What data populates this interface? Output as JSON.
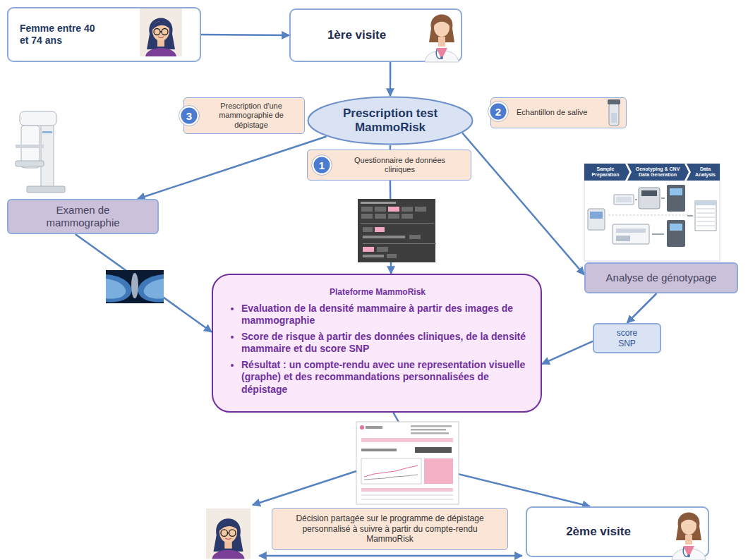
{
  "diagram": {
    "nodes": [
      {
        "text": [
          "Femme entre 40 et 74 ans"
        ]
      },
      {
        "text": [
          "1ère visite"
        ]
      },
      {
        "text": [
          "Prescription d'une mammographie de dépistage"
        ]
      },
      {
        "text": [
          "3"
        ],
        "in": 2
      },
      {
        "text": [
          "Prescription test MammoRisk"
        ]
      },
      {
        "text": [
          "Echantillon de salive"
        ]
      },
      {
        "text": [
          "2"
        ],
        "in": 5
      },
      {
        "text": [
          "Questionnaire de données cliniques"
        ]
      },
      {
        "text": [
          "1"
        ],
        "in": 7
      },
      {
        "text": [
          "Examen de mammographie"
        ]
      },
      {
        "text": [
          "Plateforme MammoRisk",
          "Evaluation de la densité mammaire à partir des images de mammographie",
          "Score de risque à partir des données cliniques, de la densité mammaire et du score SNP",
          "Résultat : un compte-rendu avec une representation visuelle (graphe) et des recommandations personnalisées de dépistage"
        ]
      },
      {
        "text": [
          "Analyse de génotypage"
        ]
      },
      {
        "text": [
          "score SNP"
        ]
      },
      {
        "text": [
          "Décision partagée sur le programme de dépistage personnalisé à suivre à partir du compte-rendu MammoRisk"
        ]
      },
      {
        "text": [
          "2ème visite"
        ]
      }
    ],
    "edges": [
      {
        "from": 0,
        "to": 1,
        "arrow": "to"
      },
      {
        "from": 1,
        "to": 4,
        "arrow": "to"
      },
      {
        "from": 4,
        "to": 9,
        "arrow": "to"
      },
      {
        "from": 4,
        "to": 7,
        "arrow": "none"
      },
      {
        "from": 7,
        "to": 10,
        "arrow": "to"
      },
      {
        "from": 4,
        "to": 11,
        "arrow": "to"
      },
      {
        "from": 9,
        "to": 10,
        "arrow": "to"
      },
      {
        "from": 11,
        "to": 12,
        "arrow": "to"
      },
      {
        "from": 12,
        "to": 10,
        "arrow": "to"
      },
      {
        "from": 10,
        "to": 14,
        "arrow": "to"
      }
    ],
    "labels": [
      "Sample Preparation",
      "Genotyping & CNV Data Generation",
      "Data Analysis"
    ]
  }
}
